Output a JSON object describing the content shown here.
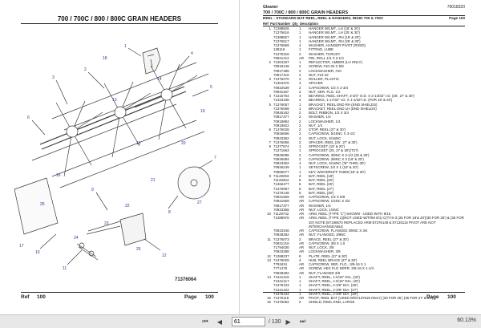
{
  "left_page": {
    "title": "700 / 700C / 800 / 800C GRAIN HEADERS",
    "drawing_number": "71376064",
    "callouts": [
      "1",
      "2",
      "3",
      "4",
      "5",
      "6",
      "7",
      "8",
      "9",
      "10",
      "11",
      "12",
      "13",
      "14",
      "15",
      "16",
      "17",
      "18",
      "19",
      "20",
      "21",
      "22",
      "23",
      "24",
      "25",
      "26",
      "27"
    ],
    "footer_left": "Ref",
    "footer_mid": "100",
    "footer_right_label": "Page",
    "footer_right_value": "100"
  },
  "right_page": {
    "brand": "Gleaner",
    "doc_number": "79018320",
    "title": "700 / 700C / 800 / 800C GRAIN HEADERS",
    "subtitle": "REEL - STANDARD BAT REEL, REEL & HANGERS, RIGID 700 & 700C",
    "page_label": "Page 100",
    "col_ref": "Ref",
    "col_part": "Part Number",
    "col_qty": "Qty",
    "col_desc": "Description",
    "rows": [
      {
        "ref": "1",
        "part": "71388826",
        "qty": "1",
        "desc": "HANGER W/LMT., LH (18' & 20')"
      },
      {
        "ref": "",
        "part": "71376616",
        "qty": "1",
        "desc": "HANGER W/LMT., LH (25' & 30')"
      },
      {
        "ref": "",
        "part": "71388827",
        "qty": "1",
        "desc": "HANGER W/LMT., RH (18' & 20')"
      },
      {
        "ref": "",
        "part": "71376617",
        "qty": "1",
        "desc": "HANGER W/LMT., RH (25' & 30')"
      },
      {
        "ref": "",
        "part": "71376669",
        "qty": "4",
        "desc": "WASHER, HANGER PIVOT (RIGID)"
      },
      {
        "ref": "",
        "part": "128116",
        "qty": "1",
        "desc": "FITTING, LUBE"
      },
      {
        "ref": "",
        "part": "71376316",
        "qty": "2",
        "desc": "WASHER, THRUST"
      },
      {
        "ref": "",
        "part": "70921412",
        "qty": "AR",
        "desc": "PIN, ROLL 1/4 X 2-1/4"
      },
      {
        "ref": "2",
        "part": "71304337",
        "qty": "1",
        "desc": "REFLECTOR, AMBER (LH ONLY)"
      },
      {
        "ref": "",
        "part": "70918148",
        "qty": "2",
        "desc": "SCREW, #10-32 X 5/8"
      },
      {
        "ref": "",
        "part": "70917385",
        "qty": "2",
        "desc": "LOCKWASHER, #10"
      },
      {
        "ref": "",
        "part": "70917415",
        "qty": "2",
        "desc": "NUT, #10-32"
      },
      {
        "ref": "3",
        "part": "71376270",
        "qty": "4",
        "desc": "ROLLER, PLASTIC"
      },
      {
        "ref": "",
        "part": "71304276",
        "qty": "4",
        "desc": "SPACER"
      },
      {
        "ref": "",
        "part": "70922539",
        "qty": "2",
        "desc": "CAPSCREW, 1/2 X 2-3/4"
      },
      {
        "ref": "",
        "part": "70931187",
        "qty": "2",
        "desc": "NUT, SER. FLG. 1/2"
      },
      {
        "ref": "4",
        "part": "71315754",
        "qty": "4",
        "desc": "BEARING, REEL SHAFT, 3-3/4\" O.D. X 2-13/32\" I.D. (25', 27' & 30')"
      },
      {
        "ref": "",
        "part": "71323198",
        "qty": "4",
        "desc": "BEARING, 1-17/32\" I.D. X 1-1/32\"I.D. (FOR 18' & 20')"
      },
      {
        "ref": "5",
        "part": "71376067",
        "qty": "1",
        "desc": "BRACKET, REEL END RH (END SHIELDS)"
      },
      {
        "ref": "",
        "part": "71376068",
        "qty": "1",
        "desc": "BRACKET, REEL END LH (END SHIELDS)"
      },
      {
        "ref": "",
        "part": "70926182",
        "qty": "2",
        "desc": "BOLT, RIBBON, 1/2 X 3/4"
      },
      {
        "ref": "",
        "part": "70917377",
        "qty": "2",
        "desc": "WASHER, 1/4"
      },
      {
        "ref": "",
        "part": "70918884",
        "qty": "2",
        "desc": "LOCKWASHER, 1/4"
      },
      {
        "ref": "",
        "part": "70919822",
        "qty": "2",
        "desc": "NUT, 1/4"
      },
      {
        "ref": "6",
        "part": "71376028",
        "qty": "2",
        "desc": "STOP, REEL (27' & 30')"
      },
      {
        "ref": "",
        "part": "70925696",
        "qty": "2",
        "desc": "CAPSCREW, 5/16NC X 3-1/2"
      },
      {
        "ref": "",
        "part": "70923362",
        "qty": "4",
        "desc": "NUT, LOCK, 5/16NC"
      },
      {
        "ref": "7",
        "part": "71376066",
        "qty": "2",
        "desc": "SPACER, REEL (25', 27' & 30')"
      },
      {
        "ref": "8",
        "part": "71377674",
        "qty": "1",
        "desc": "SPROCKET (18' & 20')"
      },
      {
        "ref": "",
        "part": "71371663",
        "qty": "1",
        "desc": "SPROCKET (25, 27 & 30')(T27)"
      },
      {
        "ref": "",
        "part": "70926085",
        "qty": "2",
        "desc": "CAPSCREW, 3/8NC X 3-1/2 (25 & 30')"
      },
      {
        "ref": "",
        "part": "70926084",
        "qty": "2",
        "desc": "CAPSCREW, 3/8NC X 3 (18' & 20')"
      },
      {
        "ref": "",
        "part": "70923362",
        "qty": "4",
        "desc": "NUT, LOCK, 5/16NC ('/8\" THRU 30')"
      },
      {
        "ref": "",
        "part": "70926249",
        "qty": "1",
        "desc": "SETSCREW, 1/2 X 1 (18' & 20')"
      },
      {
        "ref": "",
        "part": "70965077",
        "qty": "1",
        "desc": "KEY, WOODRUFF #1808 (18' & 20')"
      },
      {
        "ref": "9",
        "part": "71128253",
        "qty": "3",
        "desc": "BAT, REEL (18')"
      },
      {
        "ref": "",
        "part": "71128254",
        "qty": "5",
        "desc": "BAT, REEL (20')"
      },
      {
        "ref": "",
        "part": "71366477",
        "qty": "5",
        "desc": "BAT, REEL (25')"
      },
      {
        "ref": "",
        "part": "71376087",
        "qty": "5",
        "desc": "BAT, REEL (27')"
      },
      {
        "ref": "",
        "part": "71376148",
        "qty": "5",
        "desc": "BAT, REEL (30')"
      },
      {
        "ref": "",
        "part": "70921659",
        "qty": "AR",
        "desc": "CAPSCREW, 1/4 X 5/8"
      },
      {
        "ref": "",
        "part": "70921659",
        "qty": "AR",
        "desc": "CAPSCREW, 1/4NC X 3/4"
      },
      {
        "ref": "",
        "part": "70917377",
        "qty": "AR",
        "desc": "WASHER, 1/4"
      },
      {
        "ref": "",
        "part": "70923358",
        "qty": "AR",
        "desc": "NUT, LOCK, 1/4NC"
      },
      {
        "ref": "10",
        "part": "71129742",
        "qty": "AR",
        "desc": "ARM, REEL (TYPE \"1\") SHOWN - USED WITH 8/15"
      },
      {
        "ref": "",
        "part": "71389976",
        "qty": "AR",
        "desc": "ARM, REEL (TYPE 2)(NOT USED W/TRM 8/1) C(TYS-3 (25 FOR 18'& 20')(30 FOR 25') & (35 FOR 27' &"
      },
      {
        "ref": "",
        "part": "",
        "qty": "",
        "desc": "30') NOTE:(87198670 REPLACED ARM:87376148 & 87135115 PIVOT ARE NOT"
      },
      {
        "ref": "",
        "part": "",
        "qty": "",
        "desc": "INTERCHANGEABLE"
      },
      {
        "ref": "",
        "part": "70923346",
        "qty": "AR",
        "desc": "CAPSCREW, FLANGED 3/8NC X 3/4"
      },
      {
        "ref": "",
        "part": "70928282",
        "qty": "AR",
        "desc": "NUT, FLANGED, 3/8NC"
      },
      {
        "ref": "11",
        "part": "71376073",
        "qty": "2",
        "desc": "BRACE, REEL (27' & 30')"
      },
      {
        "ref": "",
        "part": "70921216",
        "qty": "AR",
        "desc": "CAPSCREW, 3/8 X 1.0"
      },
      {
        "ref": "",
        "part": "71794030",
        "qty": "AR",
        "desc": "NUT, LOCK, 3/8"
      },
      {
        "ref": "",
        "part": "70923288",
        "qty": "AR",
        "desc": "LOCKWASHER, 3/8"
      },
      {
        "ref": "12",
        "part": "71388237",
        "qty": "8",
        "desc": "PLATE, REEL (27' & 30')"
      },
      {
        "ref": "13",
        "part": "71376029",
        "qty": "4",
        "desc": "HUB, REEL BRACE (27' & 30')"
      },
      {
        "ref": "",
        "part": "7793424",
        "qty": "AR",
        "desc": "CAPSCREW, SER. FLG., 3/8-16 X 1"
      },
      {
        "ref": "",
        "part": "7771478",
        "qty": "AR",
        "desc": "SCREW, HEX FLG SERR, 3/8-16 X 1-1/4"
      },
      {
        "ref": "",
        "part": "70928282",
        "qty": "AR",
        "desc": "NUT, FLANGED 3/8"
      },
      {
        "ref": "14",
        "part": "71341416",
        "qty": "1",
        "desc": "SHAFT, REEL, 1-5/16\" DIA. (18')"
      },
      {
        "ref": "",
        "part": "71341417",
        "qty": "1",
        "desc": "SHAFT, REEL, 1-5/16\" DIA. (20')"
      },
      {
        "ref": "",
        "part": "71376133",
        "qty": "1",
        "desc": "SHAFT, REEL, 2-3/8\" DIA. (25')"
      },
      {
        "ref": "",
        "part": "71341422",
        "qty": "1",
        "desc": "SHAFT, REEL, 2-3/8\" DIA. (27')"
      },
      {
        "ref": "",
        "part": "71376134",
        "qty": "1",
        "desc": "SHAFT, REEL, 2-3/8\" DIA. (30')"
      },
      {
        "ref": "15",
        "part": "71376115",
        "qty": "AR",
        "desc": "PIVOT, REEL BAT (USED W/87137618 ONLY) (30 FOR 25') (35 FOR 27' & 30')"
      },
      {
        "ref": "16",
        "part": "71376062",
        "qty": "2",
        "desc": "SHIELD, REEL END, LARGE"
      }
    ],
    "footer_left": "Page",
    "footer_right": "100"
  },
  "toolbar": {
    "current_page": "61",
    "total_pages": "/ 130",
    "zoom": "60.13%"
  }
}
